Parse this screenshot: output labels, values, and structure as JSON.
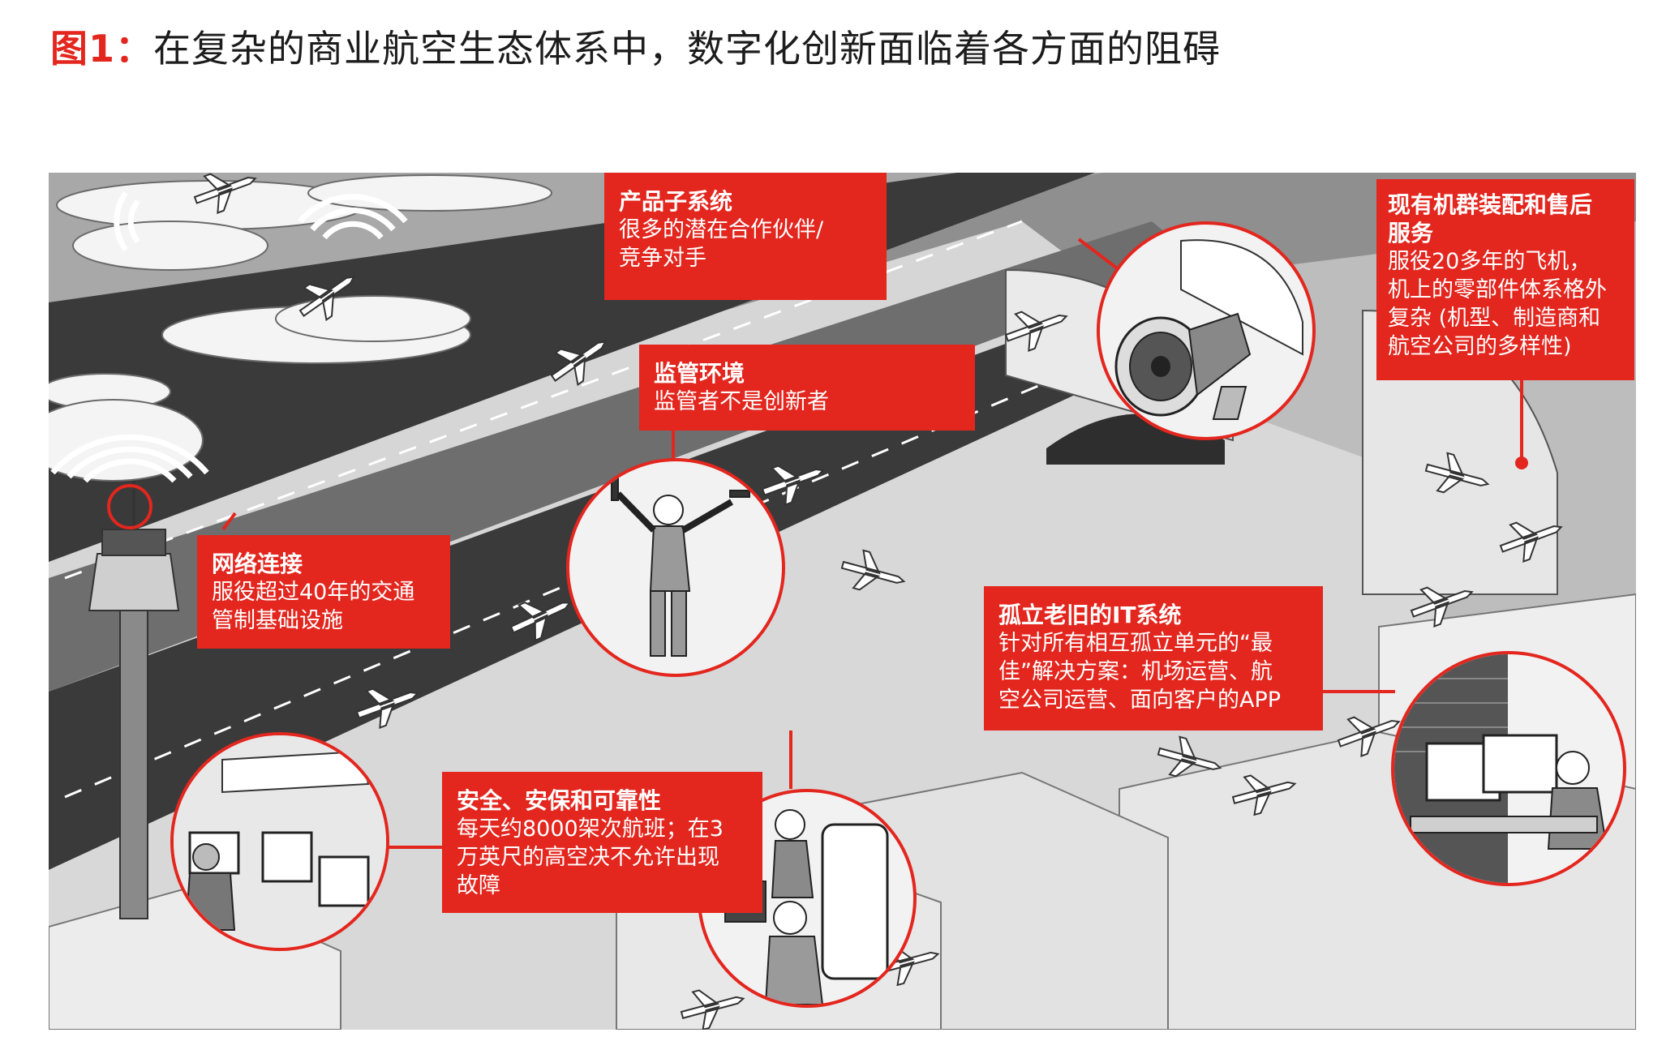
{
  "figure": {
    "label": "图1：",
    "title": "在复杂的商业航空生态体系中，数字化创新面临着各方面的阻碍"
  },
  "callouts": {
    "product": {
      "heading": "产品子系统",
      "lines": [
        "很多的潜在合作伙伴/",
        "竞争对手"
      ]
    },
    "fleet": {
      "heading_lines": [
        "现有机群装配和售后",
        "服务"
      ],
      "lines": [
        "服役20多年的飞机，",
        "机上的零部件体系格外",
        "复杂 (机型、制造商和",
        "航空公司的多样性)"
      ]
    },
    "regulatory": {
      "heading": "监管环境",
      "lines": [
        "监管者不是创新者"
      ]
    },
    "network": {
      "heading": "网络连接",
      "lines": [
        "服役超过40年的交通",
        "管制基础设施"
      ]
    },
    "legacy_it": {
      "heading": "孤立老旧的IT系统",
      "lines": [
        "针对所有相互孤立单元的“最",
        "佳”解决方案：机场运营、航",
        "空公司运营、面向客户的APP"
      ]
    },
    "safety": {
      "heading": "安全、安保和可靠性",
      "lines": [
        "每天约8000架次航班；在3",
        "万英尺的高空决不允许出现",
        "故障"
      ]
    }
  },
  "colors": {
    "accent_red": "#e3261e",
    "title_text": "#1c1c1c",
    "runway_dark": "#3a3a3a",
    "sky_gray": "#9a9a9a",
    "apron_light": "#d6d6d6",
    "cloud_white": "#f4f4f4"
  },
  "icons": [
    "airplane-icon",
    "wifi-signal-icon",
    "control-tower-icon",
    "jet-engine-icon",
    "hangar-icon",
    "terminal-building-icon"
  ]
}
